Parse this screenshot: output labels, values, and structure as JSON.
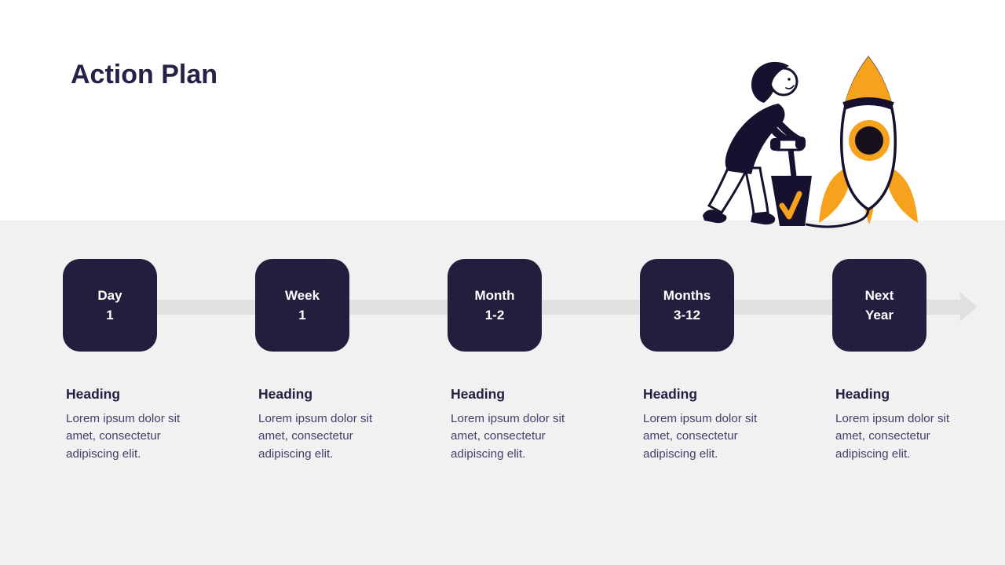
{
  "slide": {
    "title": "Action Plan"
  },
  "timeline": {
    "steps": [
      {
        "label_line1": "Day",
        "label_line2": "1",
        "heading": "Heading",
        "body": "Lorem ipsum dolor sit amet, consectetur adipiscing elit."
      },
      {
        "label_line1": "Week",
        "label_line2": "1",
        "heading": "Heading",
        "body": "Lorem ipsum dolor sit amet, consectetur adipiscing elit."
      },
      {
        "label_line1": "Month",
        "label_line2": "1-2",
        "heading": "Heading",
        "body": "Lorem ipsum dolor sit amet, consectetur adipiscing elit."
      },
      {
        "label_line1": "Months",
        "label_line2": "3-12",
        "heading": "Heading",
        "body": "Lorem ipsum dolor sit amet, consectetur adipiscing elit."
      },
      {
        "label_line1": "Next",
        "label_line2": "Year",
        "heading": "Heading",
        "body": "Lorem ipsum dolor sit amet, consectetur adipiscing elit."
      }
    ]
  },
  "illustration": {
    "name": "person-launching-rocket-with-plunger",
    "elements": [
      "person-figure",
      "plunger-box",
      "checkmark",
      "fuse-wire",
      "rocket"
    ]
  },
  "colors": {
    "accent_orange": "#F6A21C",
    "chip_purple": "#251D3E",
    "band_gray": "#F1F1F1",
    "arrow_gray": "#E0E0E0",
    "title_navy": "#272048",
    "heading_navy": "#232043",
    "body_text": "#45406A",
    "ink_outline": "#17102E"
  }
}
